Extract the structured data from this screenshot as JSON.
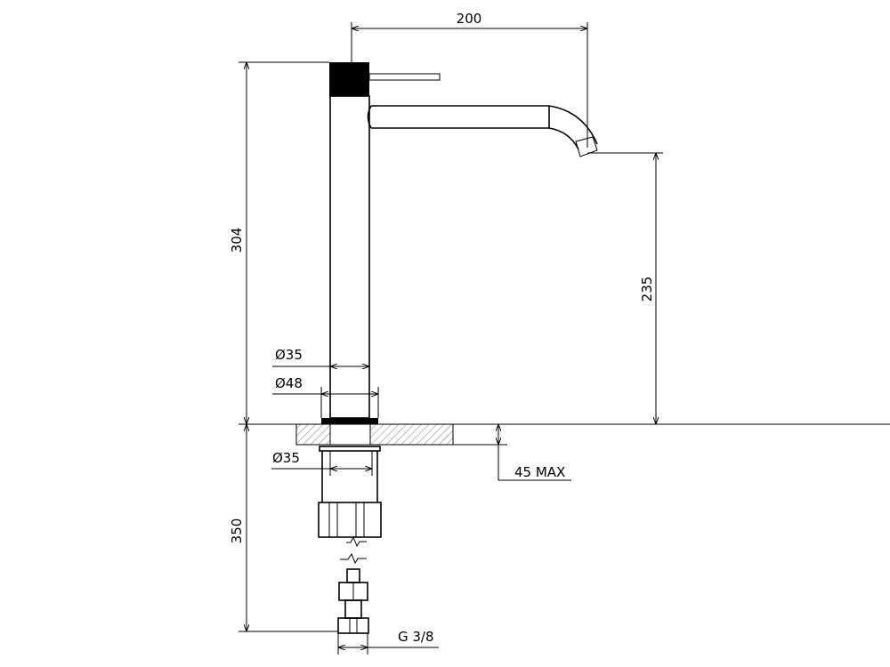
{
  "title": "Tall basin mixer dimension drawing",
  "dimensions": {
    "spout_reach": "200",
    "total_height": "304",
    "spout_height": "235",
    "body_diameter": "Ø35",
    "base_diameter": "Ø48",
    "shank_diameter": "Ø35",
    "counter_thickness": "45 MAX",
    "hose_length": "350",
    "connection_thread": "G 3/8"
  },
  "colors": {
    "line": "#000000",
    "background": "#ffffff"
  }
}
